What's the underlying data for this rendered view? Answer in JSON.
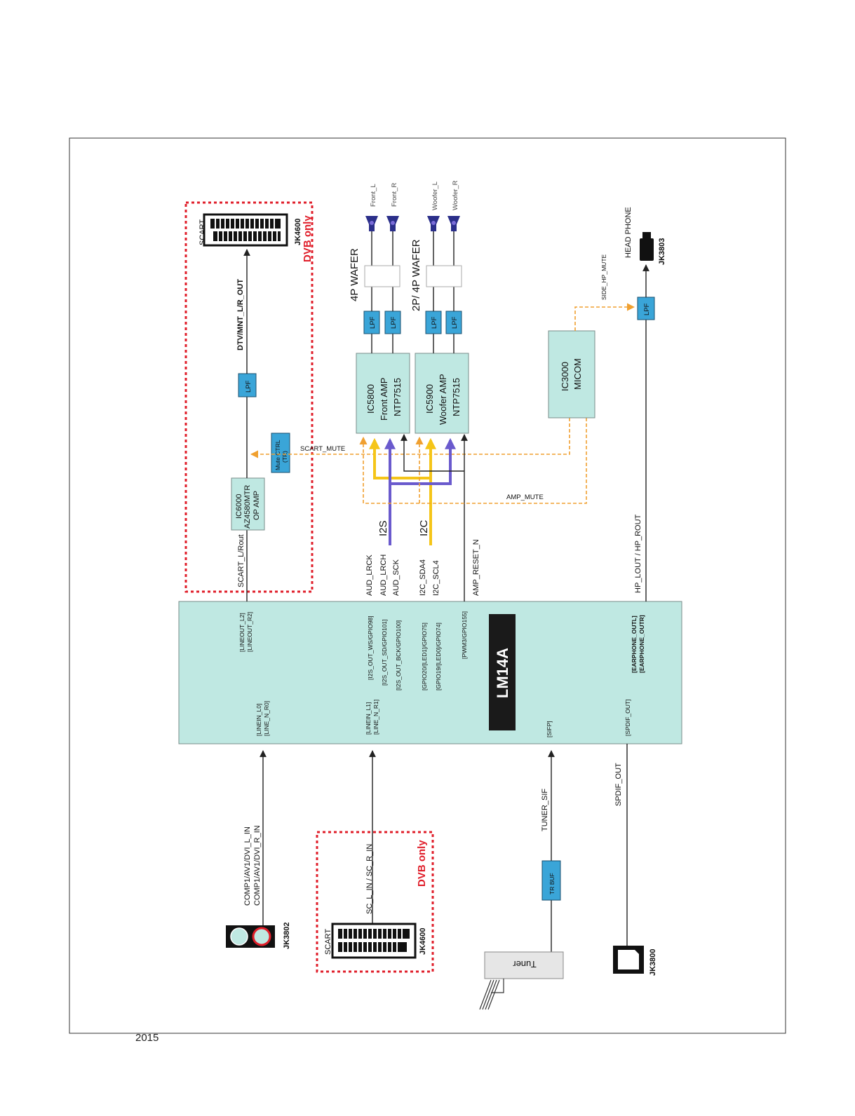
{
  "footer": {
    "year": "2015"
  },
  "main_chip": {
    "name": "LM14A"
  },
  "chip_pins": {
    "lineout": [
      "[LINEOUT_L2]",
      "[LINEOUT_R2]"
    ],
    "linein0": [
      "[LINEIN_L0]",
      "[LINE_N_R0]"
    ],
    "i2s_out": [
      "[I2S_OUT_WS/GPIO98]",
      "[I2S_OUT_SD/GPIO101]",
      "[I2S_OUT_BCK/GPIO100]"
    ],
    "linein1": [
      "[LINEIN_L1]",
      "[LINE_N_R1]"
    ],
    "gpio": [
      "[GPIO20/[LED1]/GPIO75]",
      "[GPIO19/[LED0]/GPIO74]"
    ],
    "pwm": "[PWM3/GPIO155]",
    "sifp": "[SIFP]",
    "earphone": [
      "[EARPHONE_OUTL]",
      "[EARPHONE_OUTR]"
    ],
    "spdif": "[SPDIF_OUT]"
  },
  "blocks": {
    "op_amp": [
      "IC6000",
      "AZ4580MTR",
      "OP AMP"
    ],
    "mute_ctrl": [
      "Mute CTRL",
      "(TR)"
    ],
    "front_amp": [
      "IC5800",
      "Front AMP",
      "NTP7515"
    ],
    "woofer_amp": [
      "IC5900",
      "Woofer AMP",
      "NTP7515"
    ],
    "micom": [
      "IC3000",
      "MICOM"
    ],
    "tuner": "Tuner",
    "tr_buf": "TR BUF",
    "lpf": "LPF"
  },
  "signals": {
    "scart_lrout": "SCART_L/Rout",
    "dtv_mnt": "DTV/MNT_L/R_OUT",
    "scart_mute": "SCART_MUTE",
    "amp_mute": "AMP_MUTE",
    "i2s": "I2S",
    "i2c": "I2C",
    "i2s_lines": [
      "AUD_LRCK",
      "AUD_LRCH",
      "AUD_SCK"
    ],
    "i2c_lines": [
      "I2C_SDA4",
      "I2C_SCL4"
    ],
    "amp_reset": "AMP_RESET_N",
    "hp_out": "HP_LOUT / HP_ROUT",
    "side_hp_mute": "SIDE_HP_MUTE",
    "comp_in": [
      "COMP1/AV1/DVI_L_IN",
      "COMP1/AV1/DVI_R_IN"
    ],
    "sc_in": "SC_L_IN / SC_R_IN",
    "tuner_sif": "TUNER_SIF",
    "spdif_out": "SPDIF_OUT"
  },
  "connectors": {
    "scart_out": {
      "label": "SCART",
      "ref": "JK4600",
      "note": "DVB only"
    },
    "scart_in": {
      "label": "SCART",
      "ref": "JK4600",
      "note": "DVB only"
    },
    "jk3802": "JK3802",
    "jk3800": "JK3800",
    "jk3803": "JK3803",
    "headphone": "HEAD PHONE"
  },
  "wafers": {
    "four_p": "4P WAFER",
    "two_four_p": "2P/ 4P WAFER"
  },
  "speakers": [
    "Front_L",
    "Front_R",
    "Woofer_L",
    "Woofer_R"
  ],
  "colors": {
    "block_fill": "#bfe8e2",
    "lpf_fill": "#3aa5d8",
    "i2s_bus": "#6a5acd",
    "i2c_bus": "#f5c518",
    "mute_dash": "#f0a030",
    "dvb_border": "#e01e2a"
  }
}
